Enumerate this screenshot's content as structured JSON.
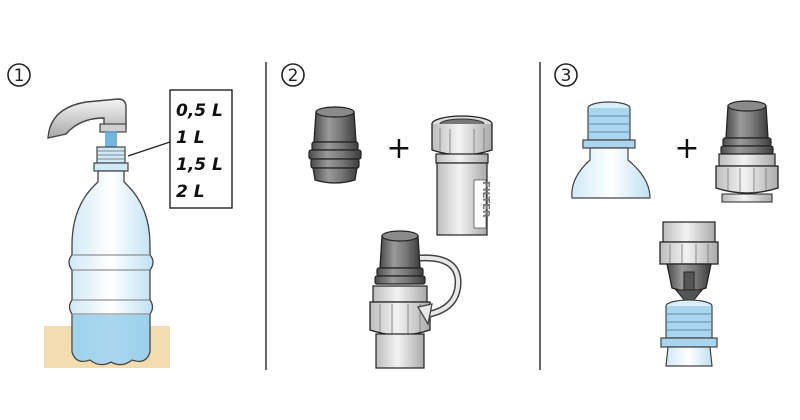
{
  "steps": [
    {
      "number": "1"
    },
    {
      "number": "2"
    },
    {
      "number": "3"
    }
  ],
  "volumes": [
    "0,5 L",
    "1 L",
    "1,5 L",
    "2 L"
  ],
  "plus_sign": "+",
  "filter_tube_label": "FILTER",
  "colors": {
    "water_blue": "#a9d6ee",
    "water_stream": "#5aa8db",
    "table_sand": "#f2ddb0",
    "cap_gray": "#666666",
    "outline": "#222222"
  }
}
